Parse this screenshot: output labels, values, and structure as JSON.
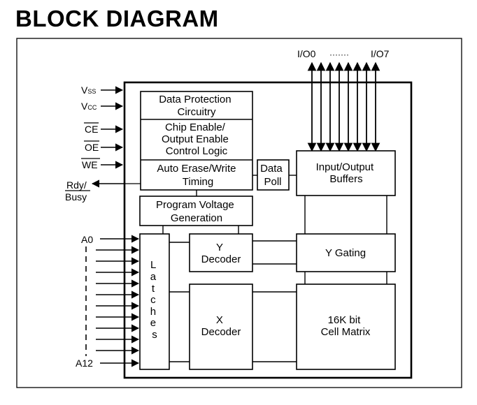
{
  "title": "BLOCK DIAGRAM",
  "io": {
    "first": "I/O0",
    "dots": "·······",
    "last": "I/O7"
  },
  "pins": {
    "vss_main": "V",
    "vss_sub": "SS",
    "vcc_main": "V",
    "vcc_sub": "CC",
    "ce": "CE",
    "oe": "OE",
    "we": "WE",
    "rdy": "Rdy/",
    "busy": "Busy",
    "a0": "A0",
    "a12": "A12"
  },
  "blocks": {
    "data_protection": [
      "Data Protection",
      "Circuitry"
    ],
    "chip_enable": [
      "Chip Enable/",
      "Output Enable",
      "Control Logic"
    ],
    "auto_erase": [
      "Auto Erase/Write",
      "Timing"
    ],
    "data_poll": [
      "Data",
      "Poll"
    ],
    "io_buffers": [
      "Input/Output",
      "Buffers"
    ],
    "program_voltage": [
      "Program Voltage",
      "Generation"
    ],
    "latches": [
      "L",
      "a",
      "t",
      "c",
      "h",
      "e",
      "s"
    ],
    "y_decoder": [
      "Y",
      "Decoder"
    ],
    "y_gating": "Y Gating",
    "x_decoder": [
      "X",
      "Decoder"
    ],
    "cell_matrix": [
      "16K bit",
      "Cell Matrix"
    ]
  }
}
